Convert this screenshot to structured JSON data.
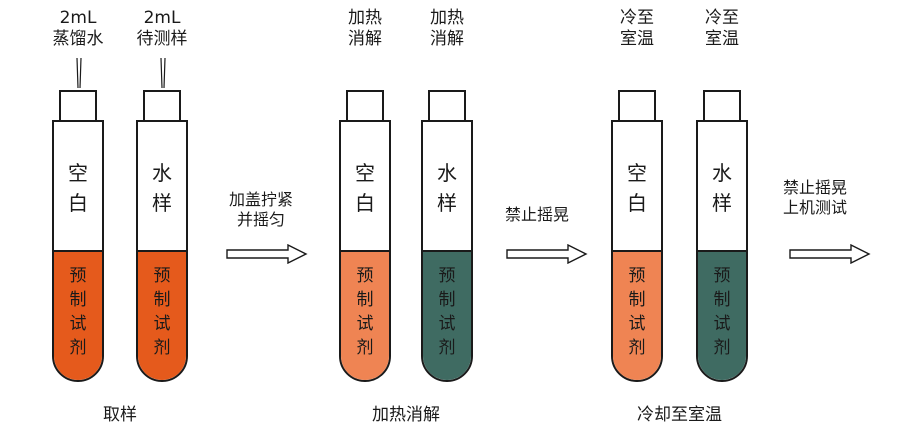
{
  "colors": {
    "reagent_dark_orange": "#e55a1c",
    "reagent_light_orange": "#ef8453",
    "reagent_teal": "#3f6b62",
    "outline": "#1a1a1a"
  },
  "stages": [
    {
      "label": "取样",
      "tubes": [
        {
          "above": [
            "2mL",
            "蒸馏水"
          ],
          "content": [
            "空",
            "白"
          ],
          "reagent": [
            "预",
            "制",
            "试",
            "剂"
          ],
          "color": "#e55a1c",
          "pipette": true
        },
        {
          "above": [
            "2mL",
            "待测样"
          ],
          "content": [
            "水",
            "样"
          ],
          "reagent": [
            "预",
            "制",
            "试",
            "剂"
          ],
          "color": "#e55a1c",
          "pipette": true
        }
      ]
    },
    {
      "label": "加热消解",
      "tubes": [
        {
          "above": [
            "加热",
            "消解"
          ],
          "content": [
            "空",
            "白"
          ],
          "reagent": [
            "预",
            "制",
            "试",
            "剂"
          ],
          "color": "#ef8453",
          "pipette": false
        },
        {
          "above": [
            "加热",
            "消解"
          ],
          "content": [
            "水",
            "样"
          ],
          "reagent": [
            "预",
            "制",
            "试",
            "剂"
          ],
          "color": "#3f6b62",
          "pipette": false
        }
      ]
    },
    {
      "label": "冷却至室温",
      "tubes": [
        {
          "above": [
            "冷至",
            "室温"
          ],
          "content": [
            "空",
            "白"
          ],
          "reagent": [
            "预",
            "制",
            "试",
            "剂"
          ],
          "color": "#ef8453",
          "pipette": false
        },
        {
          "above": [
            "冷至",
            "室温"
          ],
          "content": [
            "水",
            "样"
          ],
          "reagent": [
            "预",
            "制",
            "试",
            "剂"
          ],
          "color": "#3f6b62",
          "pipette": false
        }
      ]
    }
  ],
  "steps": [
    {
      "lines": [
        "加盖拧紧",
        "并摇匀"
      ]
    },
    {
      "lines": [
        "禁止摇晃"
      ]
    },
    {
      "lines": [
        "禁止摇晃",
        "上机测试"
      ]
    }
  ]
}
